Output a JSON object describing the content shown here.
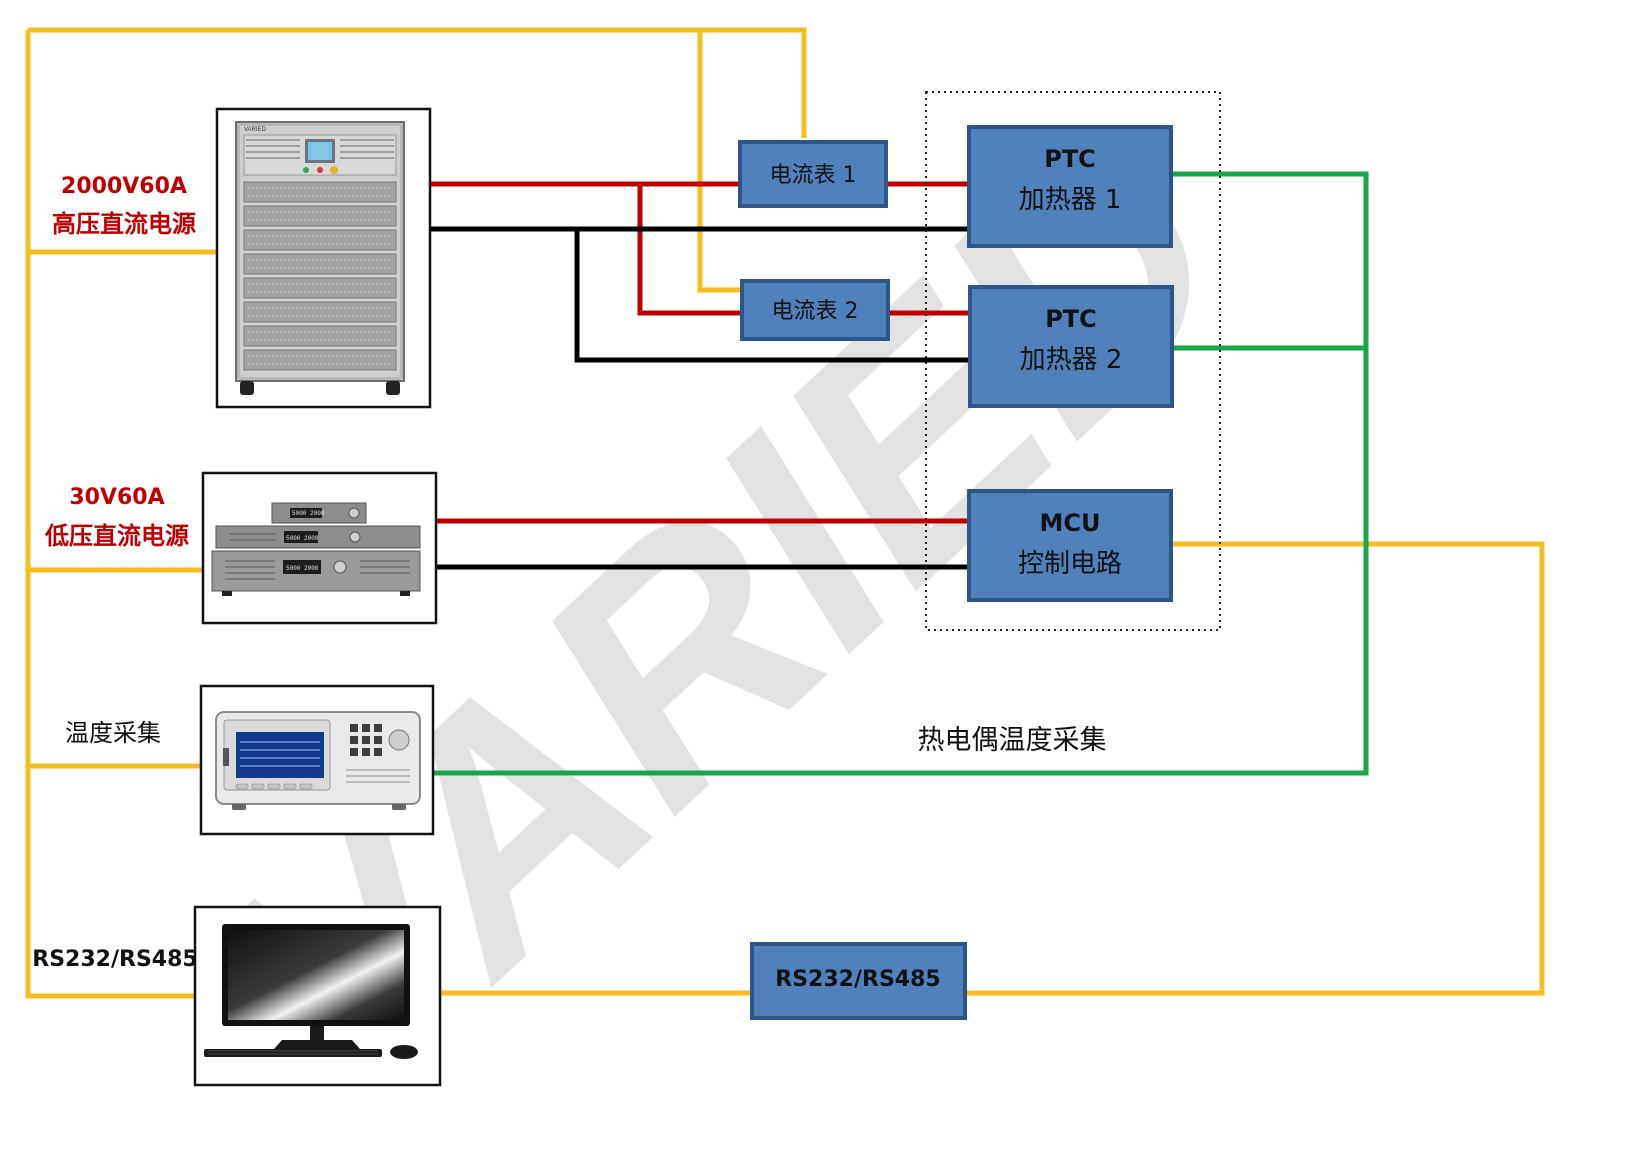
{
  "colors": {
    "signal_wire": "#f5be1e",
    "positive_wire": "#c00000",
    "negative_wire": "#000000",
    "thermocouple_wire": "#1aa64a",
    "block_fill": "#4f81bd",
    "block_border": "#2e5586",
    "supply_label": "#c00000",
    "watermark": "#d9d9d9"
  },
  "watermark": {
    "text": "VARIED"
  },
  "equipment": {
    "hv_supply": {
      "rating": "2000V60A",
      "name": "高压直流电源",
      "icon": "rack-cabinet-icon",
      "brand": "VARIED"
    },
    "lv_supply": {
      "rating": "30V60A",
      "name": "低压直流电源",
      "icon": "bench-power-supply-icon"
    },
    "temp_logger": {
      "name": "温度采集",
      "icon": "temperature-recorder-icon"
    },
    "pc": {
      "name": "RS232/RS485",
      "icon": "desktop-computer-icon"
    }
  },
  "blocks": {
    "ammeter1": {
      "label": "电流表 1"
    },
    "ammeter2": {
      "label": "电流表 2"
    },
    "ptc1": {
      "line1": "PTC",
      "line2": "加热器 1"
    },
    "ptc2": {
      "line1": "PTC",
      "line2": "加热器 2"
    },
    "mcu": {
      "line1": "MCU",
      "line2": "控制电路"
    },
    "comm": {
      "label": "RS232/RS485"
    }
  },
  "annotations": {
    "thermocouple": "热电偶温度采集"
  }
}
